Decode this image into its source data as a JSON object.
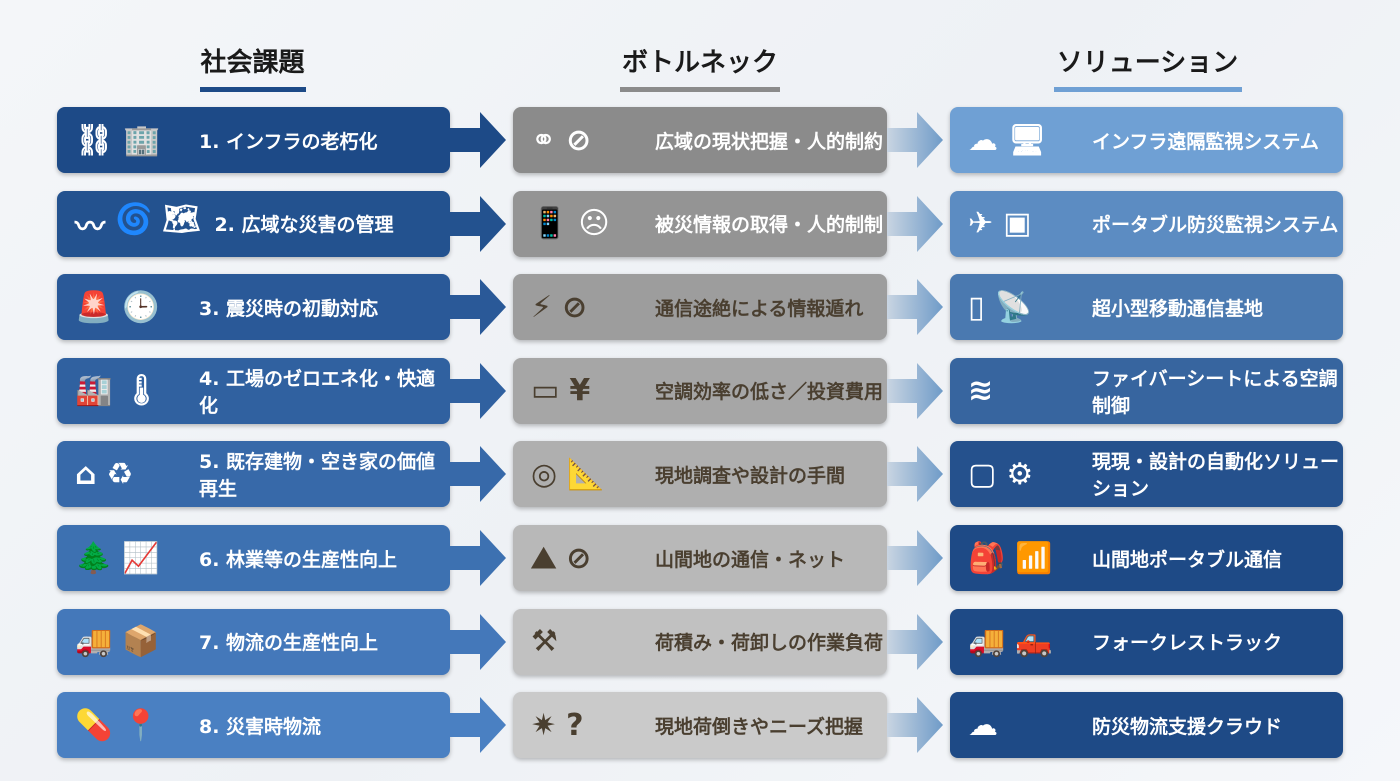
{
  "headers": {
    "left": "社会課題",
    "middle": "ボトルネック",
    "right": "ソリューション"
  },
  "colors": {
    "left_top": "#1d4a87",
    "left_bottom": "#4a80c2",
    "mid_top": "#8b8b8b",
    "mid_bottom": "#cacaca",
    "right_top": "#6fa0d4",
    "right_bottom": "#1e4a86",
    "dark_text": "#4a3f30"
  },
  "rows": [
    {
      "issue": "1. インフラの老朽化",
      "issue_icons": [
        "bridge-icon",
        "building-icon"
      ],
      "bottleneck": "広域の現状把握・人的制約",
      "bn_icons": [
        "binoculars-icon",
        "no-people-icon"
      ],
      "solution": "インフラ遠隔監視システム",
      "sol_icons": [
        "cloud-network-icon",
        "monitor-icon"
      ]
    },
    {
      "issue": "2. 広域な災害の管理",
      "issue_icons": [
        "seismic-wave-icon",
        "typhoon-icon",
        "map-icon"
      ],
      "bottleneck": "被災情報の取得・人的制制",
      "bn_icons": [
        "phone-icon",
        "distressed-person-icon"
      ],
      "solution": "ポータブル防災監視システム",
      "sol_icons": [
        "drone-icon",
        "portable-device-icon"
      ]
    },
    {
      "issue": "3. 震災時の初動対応",
      "issue_icons": [
        "siren-icon",
        "clock-icon"
      ],
      "bottleneck": "通信途絶による情報遁れ",
      "bn_icons": [
        "broken-cable-icon",
        "no-signal-icon"
      ],
      "solution": "超小型移動通信基地",
      "sol_icons": [
        "small-station-icon",
        "antenna-tower-icon"
      ]
    },
    {
      "issue": "4. 工場のゼロエネ化・快適化",
      "issue_icons": [
        "factory-icon",
        "thermometer-icon"
      ],
      "bottleneck": "空調効率の低さ／投資費用",
      "bn_icons": [
        "air-conditioner-icon",
        "money-bag-icon"
      ],
      "solution": "ファイバーシートによる空調制御",
      "sol_icons": [
        "fiber-sheet-airflow-icon"
      ]
    },
    {
      "issue": "5. 既存建物・空き家の価値再生",
      "issue_icons": [
        "house-icon",
        "recycle-icon"
      ],
      "bottleneck": "現地調査や設計の手間",
      "bn_icons": [
        "tape-measure-icon",
        "blueprint-icon"
      ],
      "solution": "現現・設計の自動化ソリューション",
      "sol_icons": [
        "tablet-3d-icon",
        "gears-icon"
      ]
    },
    {
      "issue": "6. 林業等の生産性向上",
      "issue_icons": [
        "forest-icon",
        "growth-chart-icon"
      ],
      "bottleneck": "山間地の通信・ネット",
      "bn_icons": [
        "mountains-icon",
        "no-signal-icon"
      ],
      "solution": "山間地ポータブル通信",
      "sol_icons": [
        "backpack-icon",
        "wifi-icon"
      ]
    },
    {
      "issue": "7. 物流の生産性向上",
      "issue_icons": [
        "truck-icon",
        "boxes-up-icon"
      ],
      "bottleneck": "荷積み・荷卸しの作業負荷",
      "bn_icons": [
        "worker-lifting-icon"
      ],
      "solution": "フォークレストラック",
      "sol_icons": [
        "truck-icon",
        "forklift-icon"
      ]
    },
    {
      "issue": "8. 災害時物流",
      "issue_icons": [
        "supplies-icon",
        "map-route-icon"
      ],
      "bottleneck": "現地荷倒きやニーズ把握",
      "bn_icons": [
        "debris-icon",
        "question-person-icon"
      ],
      "solution": "防災物流支援クラウド",
      "sol_icons": [
        "cloud-circuit-icon"
      ]
    }
  ]
}
